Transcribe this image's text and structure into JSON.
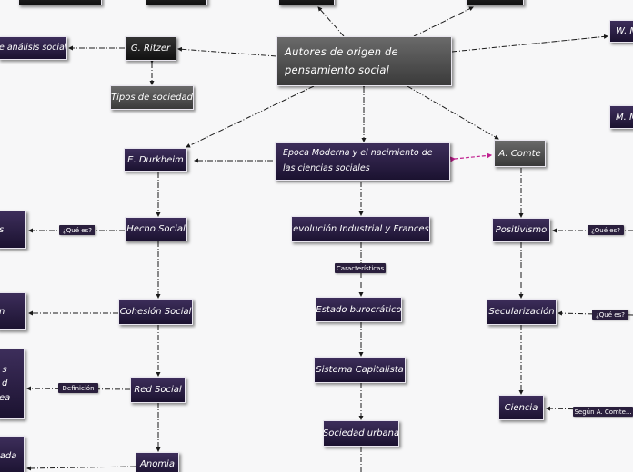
{
  "nodes": {
    "autores": "Autores de origen de pensamiento social",
    "ritzer": "G. Ritzer",
    "analisis_social": "e análisis social",
    "tipos_sociedad": "Tipos de sociedad",
    "durkheim": "E. Durkheim",
    "epoca_moderna": "Epoca Moderna y el nacimiento de las ciencias sociales",
    "comte": "A. Comte",
    "w_partial": "W. M",
    "m_partial": "M. M",
    "hecho_social": "Hecho Social",
    "revolucion": "Revolución Industrial y Francesa",
    "positivismo": "Positivismo",
    "cohesion_social": "Cohesión Social",
    "estado_burocratico": "Estado burocrático",
    "secularizacion": "Secularización",
    "sistema_capitalista": "Sistema Capitalista",
    "red_social": "Red Social",
    "ciencia": "Ciencia",
    "sociedad_urbana": "Sociedad urbana",
    "anomia": "Anomia",
    "left_fragment_1": "s",
    "left_fragment_2": "n",
    "left_fragment_3": "s\nd\nea",
    "left_fragment_4": "iada"
  },
  "tags": {
    "que_es_1": "¿Qué es?",
    "caracteristicas": "Características",
    "que_es_2": "¿Qué es?",
    "que_es_3": "¿Qué es?",
    "definicion": "Definición",
    "segun_comte": "Según A. Comte..."
  },
  "colors": {
    "link": "#1a1a1a",
    "highlight_link": "#c0208f",
    "purple_node": "#2a1f3d",
    "gray_node": "#555555",
    "dark_node": "#1e1e1e"
  }
}
